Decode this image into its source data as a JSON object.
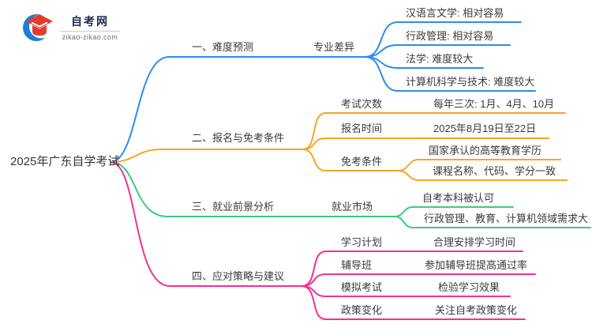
{
  "logo": {
    "site_name": "自考网",
    "site_url": "zikao-zikao.com"
  },
  "colors": {
    "blue": "#2d8cf0",
    "orange": "#f5a623",
    "green": "#3bcb7e",
    "pink": "#f5318d",
    "text": "#3a3a3a"
  },
  "mindmap": {
    "root": {
      "label": "2025年广东自学考试"
    },
    "branches": [
      {
        "label": "一、难度预测",
        "color": "#2d8cf0",
        "children": [
          {
            "label": "专业差异",
            "leaves": [
              "汉语言文学: 相对容易",
              "行政管理: 相对容易",
              "法学: 难度较大",
              "计算机科学与技术: 难度较大"
            ]
          }
        ]
      },
      {
        "label": "二、报名与免考条件",
        "color": "#f5a623",
        "children": [
          {
            "label": "考试次数",
            "leaves": [
              "每年三次: 1月、4月、10月"
            ]
          },
          {
            "label": "报名时间",
            "leaves": [
              "2025年8月19日至22日"
            ]
          },
          {
            "label": "免考条件",
            "leaves": [
              "国家承认的高等教育学历",
              "课程名称、代码、学分一致"
            ]
          }
        ]
      },
      {
        "label": "三、就业前景分析",
        "color": "#3bcb7e",
        "children": [
          {
            "label": "就业市场",
            "leaves": [
              "自考本科被认可",
              "行政管理、教育、计算机领域需求大"
            ]
          }
        ]
      },
      {
        "label": "四、应对策略与建议",
        "color": "#f5318d",
        "children": [
          {
            "label": "学习计划",
            "leaves": [
              "合理安排学习时间"
            ]
          },
          {
            "label": "辅导班",
            "leaves": [
              "参加辅导班提高通过率"
            ]
          },
          {
            "label": "模拟考试",
            "leaves": [
              "检验学习效果"
            ]
          },
          {
            "label": "政策变化",
            "leaves": [
              "关注自考政策变化"
            ]
          }
        ]
      }
    ]
  }
}
